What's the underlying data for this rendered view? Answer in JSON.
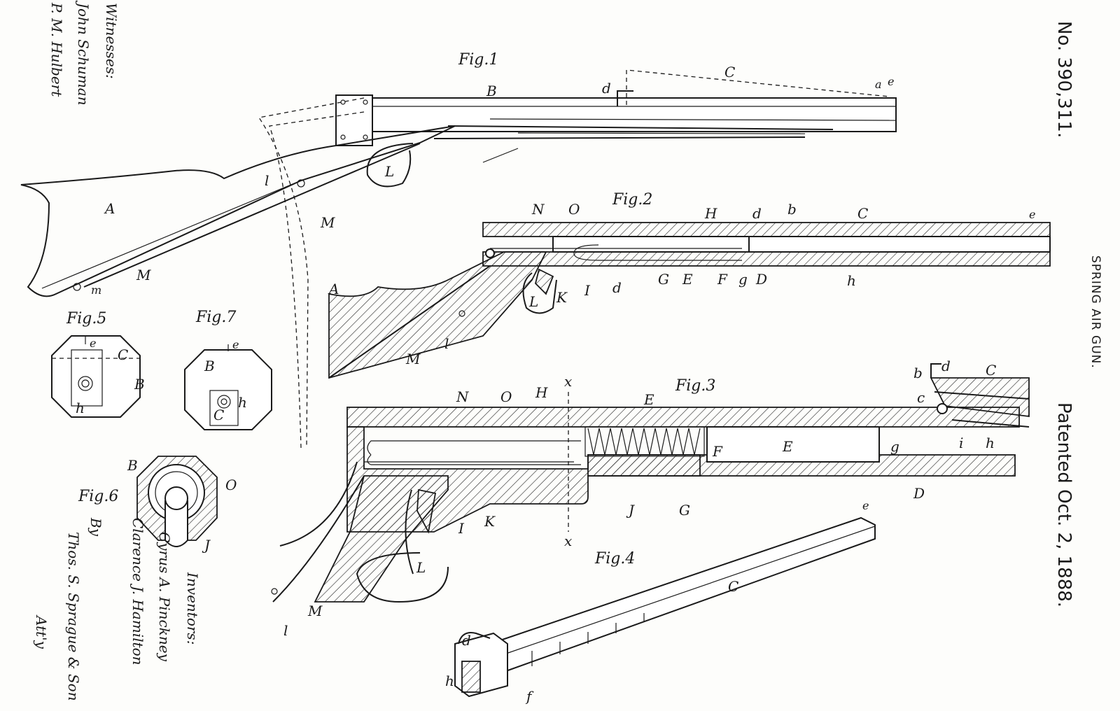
{
  "header": {
    "patent_number": "No. 390,311.",
    "title": "SPRING AIR GUN.",
    "patent_date": "Patented Oct. 2, 1888."
  },
  "witnesses": {
    "label": "Witnesses:",
    "names": [
      "John Schuman",
      "P. M. Hulbert"
    ]
  },
  "inventors": {
    "label": "Inventors:",
    "names": [
      "Cyrus A. Pinckney",
      "Clarence J. Hamilton"
    ],
    "by_label": "By",
    "attorney": "Thos. S. Sprague & Son",
    "attorney_suffix": "Att'y"
  },
  "figures": {
    "fig1": "Fig.1",
    "fig2": "Fig.2",
    "fig3": "Fig.3",
    "fig4": "Fig.4",
    "fig5": "Fig.5",
    "fig6": "Fig.6",
    "fig7": "Fig.7"
  },
  "labels": {
    "A": "A",
    "B": "B",
    "C": "C",
    "D": "D",
    "E": "E",
    "F": "F",
    "G": "G",
    "H": "H",
    "I": "I",
    "J": "J",
    "K": "K",
    "L": "L",
    "M": "M",
    "N": "N",
    "O": "O",
    "a": "a",
    "b": "b",
    "c": "c",
    "d": "d",
    "e": "e",
    "f": "f",
    "g": "g",
    "h": "h",
    "i": "i",
    "l": "l",
    "m": "m",
    "x": "x"
  }
}
